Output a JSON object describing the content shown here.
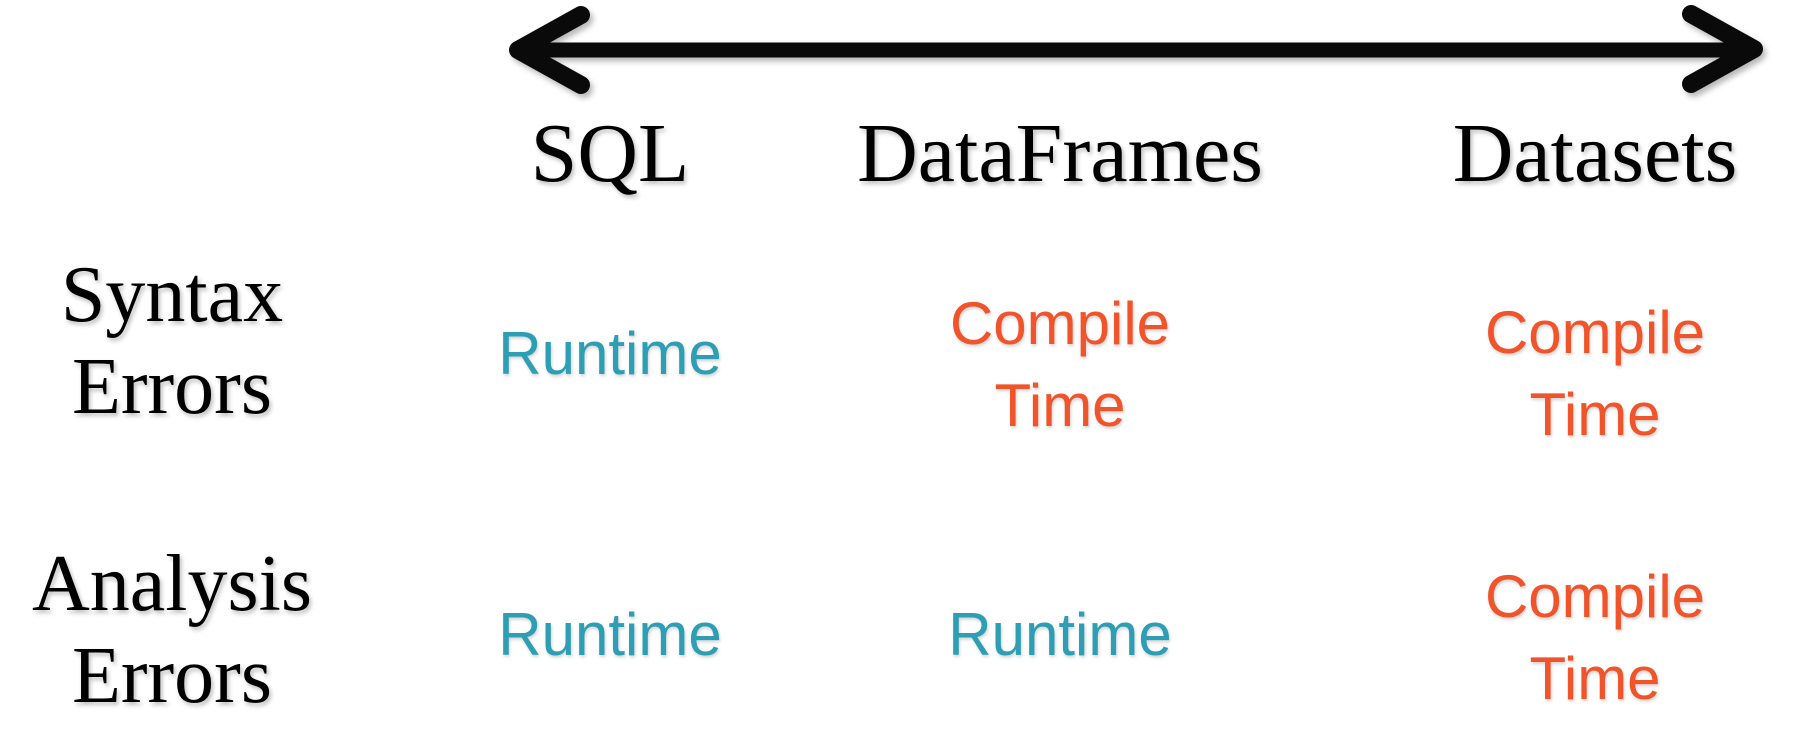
{
  "slide": {
    "background": "#ffffff"
  },
  "colors": {
    "runtime": "#2d9eb4",
    "compile": "#f0542b",
    "ink": "#000000"
  },
  "diagram": {
    "arrow": {
      "type": "double-headed-horizontal",
      "color": "#0a0a0a"
    },
    "columns": [
      "SQL",
      "DataFrames",
      "Datasets"
    ],
    "rows": [
      {
        "label": [
          "Syntax",
          "Errors"
        ],
        "cells": [
          {
            "kind": "runtime",
            "line1": "Runtime",
            "line2": ""
          },
          {
            "kind": "compile-time",
            "line1": "Compile",
            "line2": "Time"
          },
          {
            "kind": "compile-time",
            "line1": "Compile",
            "line2": "Time"
          }
        ]
      },
      {
        "label": [
          "Analysis",
          "Errors"
        ],
        "cells": [
          {
            "kind": "runtime",
            "line1": "Runtime",
            "line2": ""
          },
          {
            "kind": "runtime",
            "line1": "Runtime",
            "line2": ""
          },
          {
            "kind": "compile-time",
            "line1": "Compile",
            "line2": "Time"
          }
        ]
      }
    ]
  }
}
